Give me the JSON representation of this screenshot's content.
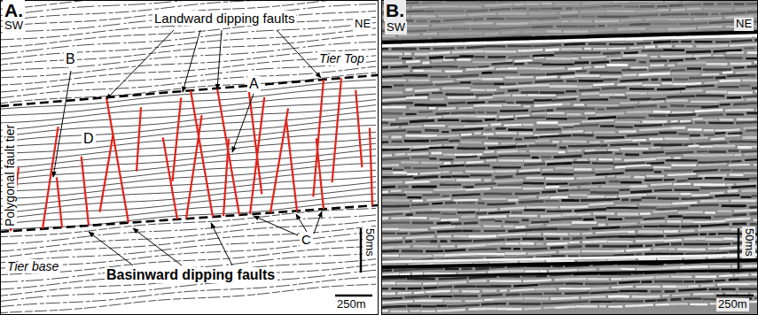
{
  "diagram": {
    "labels": [
      "A.",
      "SW",
      "NE",
      "Landward dipping faults",
      "B",
      "A",
      "Tier Top",
      "D",
      "Polygonal fault tier",
      "Tier base",
      "Basinward dipping faults",
      "C",
      "50ms",
      "250m",
      "B.",
      "SW",
      "NE",
      "50ms",
      "250m"
    ]
  }
}
